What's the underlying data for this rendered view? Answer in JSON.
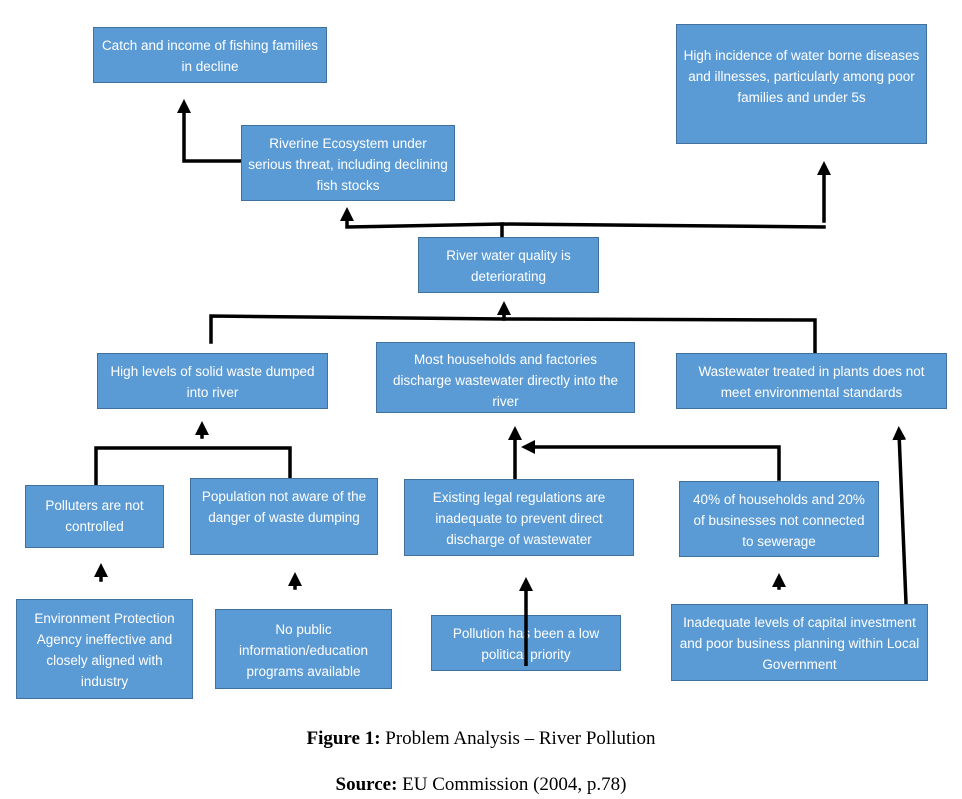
{
  "nodes": {
    "catch_income": "Catch and income of fishing families in decline",
    "disease": "High incidence of water borne diseases and illnesses, particularly among poor families and under 5s",
    "riverine": "Riverine Ecosystem under serious threat, including declining fish stocks",
    "water_quality": "River water quality is deteriorating",
    "solid_waste": "High levels of solid waste dumped into river",
    "discharge": "Most households and factories discharge wastewater directly into the river",
    "treated": "Wastewater treated in plants does not meet environmental standards",
    "polluters": "Polluters are not controlled",
    "population": "Population not aware of the danger of waste dumping",
    "legal": "Existing legal regulations are inadequate to prevent direct discharge of wastewater",
    "households": "40% of households and 20% of businesses not connected to sewerage",
    "epa": "Environment Protection Agency ineffective and closely aligned with industry",
    "no_info": "No public information/education programs available",
    "political": "Pollution has been a low political priority",
    "capital": "Inadequate levels of capital investment and poor business planning within Local Government"
  },
  "caption": {
    "figure_label": "Figure 1:",
    "figure_title": " Problem Analysis – River Pollution",
    "source_label": "Source:",
    "source_text": " EU Commission (2004, p.78)"
  },
  "colors": {
    "box_fill": "#5b9bd5",
    "box_border": "#41719c",
    "box_text": "#ffffff",
    "connector": "#000000"
  }
}
